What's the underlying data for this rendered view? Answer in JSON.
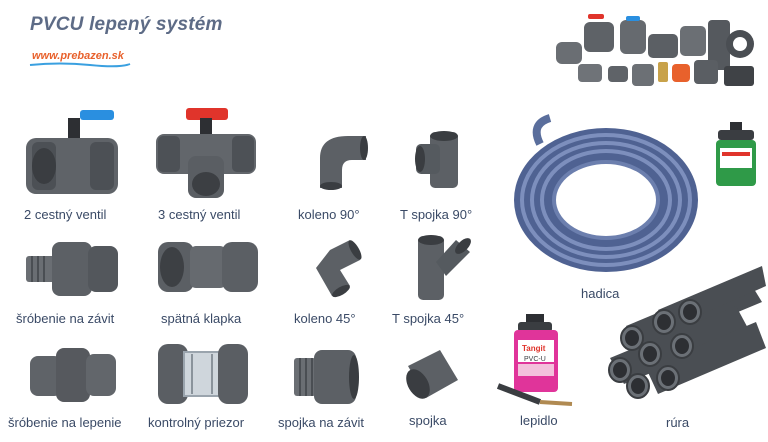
{
  "header": {
    "title": "PVCU lepený systém",
    "website": "www.prebazen.sk"
  },
  "products": [
    {
      "id": "ventil2",
      "label": "2 cestný ventil"
    },
    {
      "id": "ventil3",
      "label": "3 cestný ventil"
    },
    {
      "id": "koleno90",
      "label": "koleno 90°"
    },
    {
      "id": "tspojka90",
      "label": "T spojka 90°"
    },
    {
      "id": "hadica",
      "label": "hadica"
    },
    {
      "id": "srobenie_zavit",
      "label": "šróbenie na závit"
    },
    {
      "id": "spatna",
      "label": "spätná klapka"
    },
    {
      "id": "koleno45",
      "label": "koleno 45°"
    },
    {
      "id": "tspojka45",
      "label": "T spojka 45°"
    },
    {
      "id": "srobenie_lepenie",
      "label": "šróbenie na lepenie"
    },
    {
      "id": "priezor",
      "label": "kontrolný priezor"
    },
    {
      "id": "spojka_zavit",
      "label": "spojka na závit"
    },
    {
      "id": "spojka",
      "label": "spojka"
    },
    {
      "id": "lepidlo",
      "label": "lepidlo"
    },
    {
      "id": "rura",
      "label": "rúra"
    }
  ],
  "glue_can": {
    "brand": "Tangit",
    "product": "PVC-U"
  },
  "colors": {
    "pvc": "#5f6368",
    "pvc_dark": "#3f4246",
    "handle_blue": "#2a8fe0",
    "handle_red": "#e0342b",
    "hose": "#5a6e9c"
  }
}
